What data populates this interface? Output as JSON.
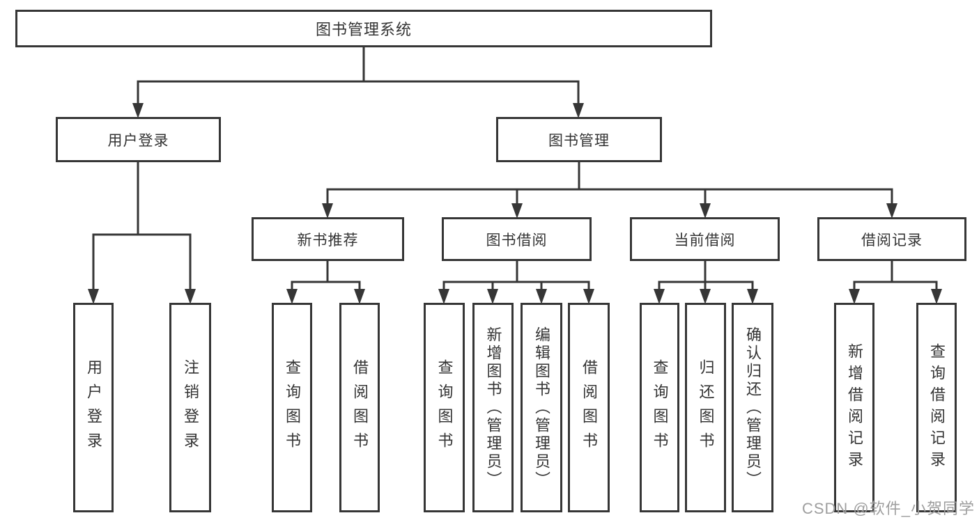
{
  "diagram": {
    "root": {
      "label": "图书管理系统"
    },
    "level2": [
      {
        "label": "用户登录"
      },
      {
        "label": "图书管理"
      }
    ],
    "level3": [
      {
        "label": "新书推荐"
      },
      {
        "label": "图书借阅"
      },
      {
        "label": "当前借阅"
      },
      {
        "label": "借阅记录"
      }
    ],
    "leaves": {
      "user_login": [
        "用户登录",
        "注销登录"
      ],
      "new_books": [
        "查询图书",
        "借阅图书"
      ],
      "book_borrow": [
        "查询图书",
        "新增图书（管理员）",
        "编辑图书（管理员）",
        "借阅图书"
      ],
      "current_borrow": [
        "查询图书",
        "归还图书",
        "确认归还（管理员）"
      ],
      "borrow_records": [
        "新增借阅记录",
        "查询借阅记录"
      ]
    }
  },
  "watermark": "CSDN @软件_小贺同学",
  "colors": {
    "line": "#363636",
    "text": "#333333",
    "background": "#ffffff",
    "watermark": "#9e9e9e"
  }
}
